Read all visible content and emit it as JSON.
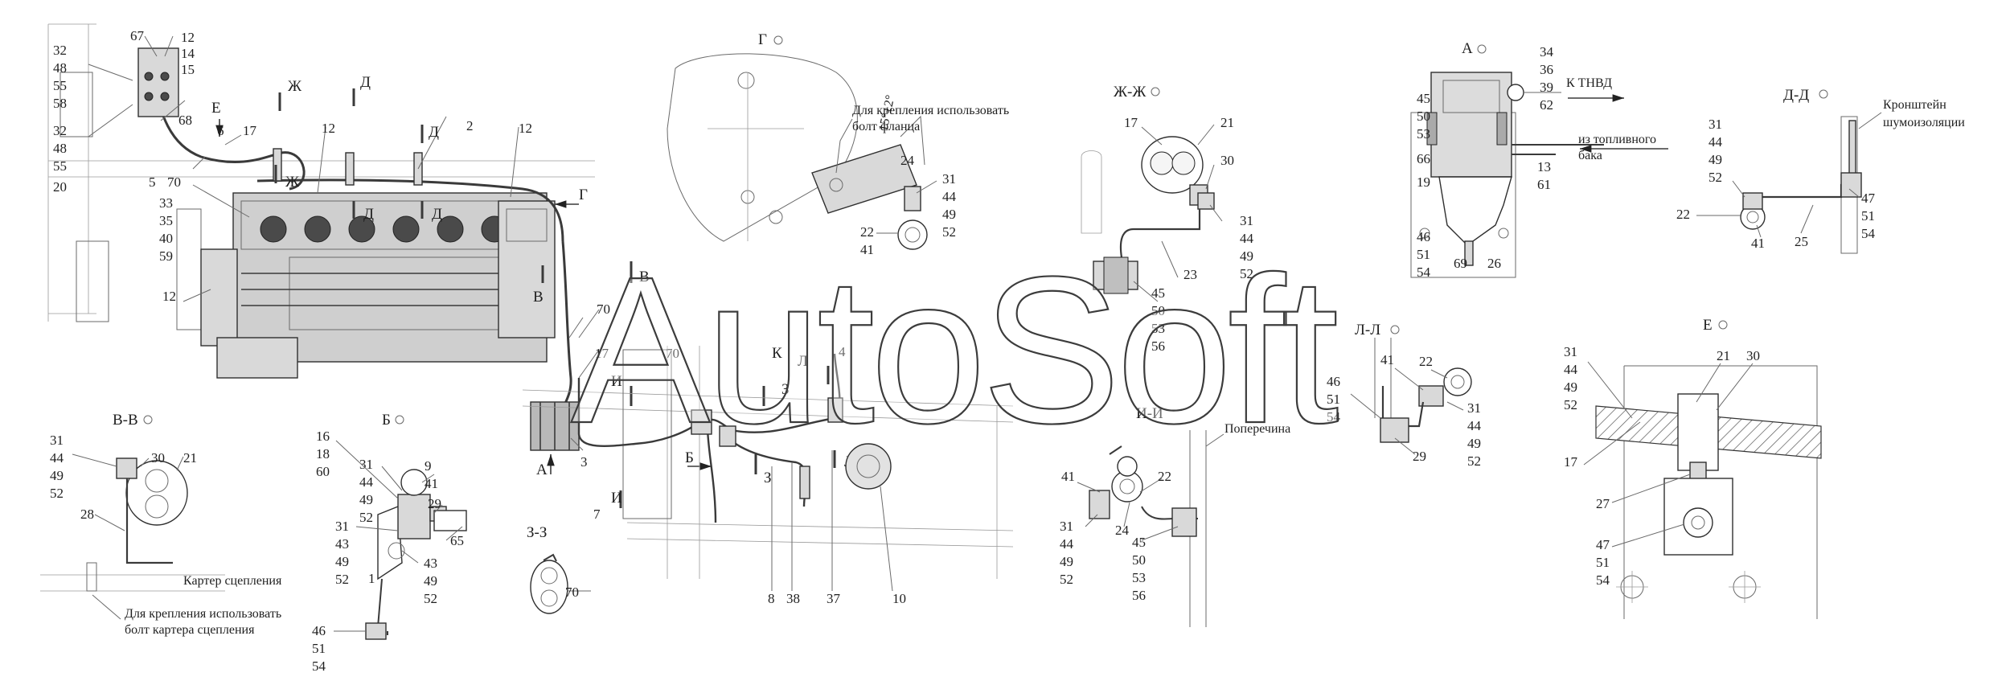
{
  "watermark": "AutoSoft",
  "views": {
    "g": "Г",
    "zh": "Ж-Ж",
    "a": "А",
    "dd": "Д-Д",
    "vv": "В-В",
    "b": "Б",
    "zz": "З-З",
    "ii": "И-И",
    "ll": "Л-Л",
    "e": "Е"
  },
  "section_marks": {
    "zh": "Ж",
    "d": "Д",
    "e": "Е",
    "g": "Г",
    "v": "В",
    "i": "И",
    "k": "К",
    "l": "Л",
    "z": "З",
    "b": "Б",
    "a": "А"
  },
  "notes": {
    "flange_bolt": [
      "Для крепления использовать",
      "болт фланца"
    ],
    "to_tnvd": "К ТНВД",
    "from_tank": [
      "из топливного",
      "бака"
    ],
    "bracket": [
      "Кронштейн",
      "шумоизоляции"
    ],
    "clutch_housing": "Картер сцепления",
    "clutch_bolt": [
      "Для крепления использовать",
      "болт картера сцепления"
    ],
    "crossmember": "Поперечина",
    "dimension": "15°±2°"
  },
  "labels": {
    "l67": "67",
    "l12_14_15": [
      "12",
      "14",
      "15"
    ],
    "l32_48_55_58": [
      "32",
      "48",
      "55",
      "58"
    ],
    "l32_48_55_20": [
      "32",
      "48",
      "55",
      "20"
    ],
    "l68": "68",
    "l6": "6",
    "l5": "5",
    "l70a": "70",
    "l17a": "17",
    "l12a": "12",
    "l2": "2",
    "l12b": "12",
    "l33_35_40_59": [
      "33",
      "35",
      "40",
      "59"
    ],
    "l12c": "12",
    "l70b": "70",
    "l17b": "17",
    "l70c": "70",
    "l3": "3",
    "l7": "7",
    "l4": "4",
    "l8": "8",
    "l38": "38",
    "l37": "37",
    "l10": "10",
    "l24a": "24",
    "l31_44_49_52_g": [
      "31",
      "44",
      "49",
      "52"
    ],
    "l22_41_g": [
      "22",
      "41"
    ],
    "l17_zh": "17",
    "l21_zh": "21",
    "l30_zh": "30",
    "l31_44_49_52_zh": [
      "31",
      "44",
      "49",
      "52"
    ],
    "l23": "23",
    "l45_50_53_56_zh": [
      "45",
      "50",
      "53",
      "56"
    ],
    "l34_36_39_62": [
      "34",
      "36",
      "39",
      "62"
    ],
    "l45_50_53": [
      "45",
      "50",
      "53"
    ],
    "l66": "66",
    "l13_61": [
      "13",
      "61"
    ],
    "l19": "19",
    "l46_51_54_a": [
      "46",
      "51",
      "54"
    ],
    "l69": "69",
    "l26": "26",
    "l31_44_49_52_dd": [
      "31",
      "44",
      "49",
      "52"
    ],
    "l22_dd": "22",
    "l41_dd": "41",
    "l25": "25",
    "l47_51_54_dd": [
      "47",
      "51",
      "54"
    ],
    "l31_44_49_52_vv": [
      "31",
      "44",
      "49",
      "52"
    ],
    "l30_vv": "30",
    "l21_vv": "21",
    "l28": "28",
    "l16_18_60": [
      "16",
      "18",
      "60"
    ],
    "l31_44_49_52_b": [
      "31",
      "44",
      "49",
      "52"
    ],
    "l9_41": [
      "9",
      "41"
    ],
    "l29_b": "29",
    "l65": "65",
    "l31_43_49_52_b": [
      "31",
      "43",
      "49",
      "52"
    ],
    "l43_49_52_b": [
      "43",
      "49",
      "52"
    ],
    "l1": "1",
    "l46_51_54_b": [
      "46",
      "51",
      "54"
    ],
    "l70_zz": "70",
    "l41_ii": "41",
    "l22_ii": "22",
    "l31_44_49_52_ii": [
      "31",
      "44",
      "49",
      "52"
    ],
    "l24_ii": "24",
    "l45_50_53_56_ii": [
      "45",
      "50",
      "53",
      "56"
    ],
    "l41_ll": "41",
    "l22_ll": "22",
    "l46_51_54_ll": [
      "46",
      "51",
      "54"
    ],
    "l31_44_49_52_ll": [
      "31",
      "44",
      "49",
      "52"
    ],
    "l29_ll": "29",
    "l31_44_49_52_e": [
      "31",
      "44",
      "49",
      "52"
    ],
    "l21_e": "21",
    "l30_e": "30",
    "l17_e": "17",
    "l27": "27",
    "l47_51_54_e": [
      "47",
      "51",
      "54"
    ]
  }
}
